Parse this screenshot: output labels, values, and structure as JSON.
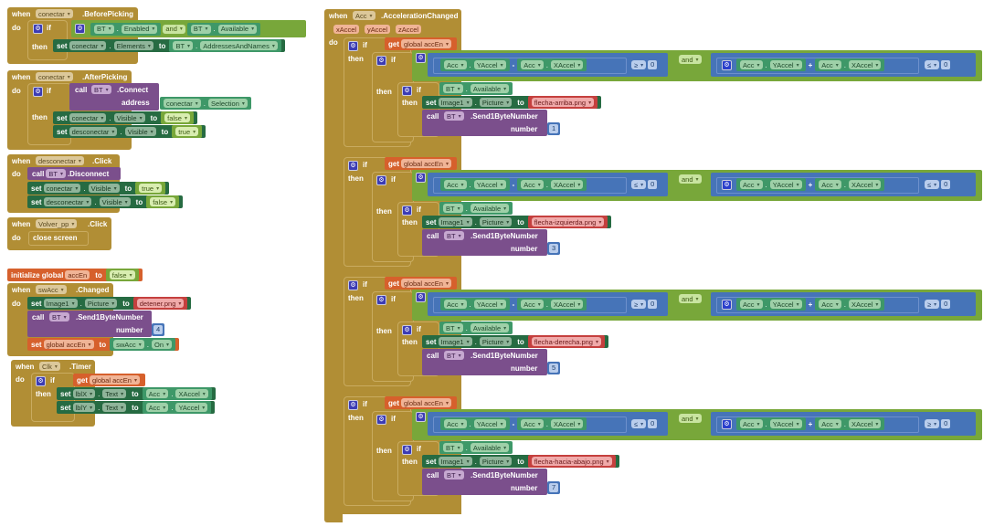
{
  "workspace": {
    "keywords": {
      "when": "when",
      "do": "do",
      "if": "if",
      "then": "then",
      "set": "set",
      "to": "to",
      "call": "call",
      "get": "get",
      "and": "and",
      "number": "number",
      "address": "address",
      "init_global": "initialize global",
      "close_screen": "close screen"
    },
    "icons": {
      "mutator": "gear-icon",
      "dropdown": "dropdown-arrow-icon"
    },
    "colors": {
      "event": "#b18e35",
      "set_prop": "#266b42",
      "component_get": "#3e9868",
      "call": "#7b4f8c",
      "variable": "#d6602c",
      "text": "#c5403e",
      "math": "#4674b8",
      "logic": "#78a73a"
    },
    "blocks": {
      "before_picking": {
        "component": "conectar",
        "event": ".BeforePicking",
        "cond_left": {
          "component": "BT",
          "prop": "Enabled"
        },
        "cond_op": "and",
        "cond_right": {
          "component": "BT",
          "prop": "Available"
        },
        "set": {
          "component": "conectar",
          "prop": "Elements",
          "value_component": "BT",
          "value_prop": "AddressesAndNames"
        }
      },
      "after_picking": {
        "component": "conectar",
        "event": ".AfterPicking",
        "call_component": "BT",
        "method": ".Connect",
        "address_component": "conectar",
        "address_prop": "Selection",
        "set1": {
          "component": "conectar",
          "prop": "Visible",
          "value": "false"
        },
        "set2": {
          "component": "desconectar",
          "prop": "Visible",
          "value": "true"
        }
      },
      "desconectar_click": {
        "component": "desconectar",
        "event": ".Click",
        "call_component": "BT",
        "method": ".Disconnect",
        "set1": {
          "component": "conectar",
          "prop": "Visible",
          "value": "true"
        },
        "set2": {
          "component": "desconectar",
          "prop": "Visible",
          "value": "false"
        }
      },
      "volver_click": {
        "component": "Volver_pp",
        "event": ".Click"
      },
      "init_global": {
        "name": "accEn",
        "value": "false"
      },
      "swacc_changed": {
        "component": "swAcc",
        "event": ".Changed",
        "set": {
          "component": "Image1",
          "prop": "Picture",
          "value": "detener.png"
        },
        "call_component": "BT",
        "method": ".Send1ByteNumber",
        "number": "4",
        "set_global": {
          "var": "global accEn",
          "value_component": "swAcc",
          "value_prop": "On"
        }
      },
      "clk_timer": {
        "component": "Clk",
        "event": ".Timer",
        "cond": "global accEn",
        "set1": {
          "component": "lblX",
          "prop": "Text",
          "value_component": "Acc",
          "value_prop": "XAccel"
        },
        "set2": {
          "component": "lblY",
          "prop": "Text",
          "value_component": "Acc",
          "value_prop": "YAccel"
        }
      },
      "acc_changed": {
        "component": "Acc",
        "event": ".AccelerationChanged",
        "params": [
          "xAccel",
          "yAccel",
          "zAccel"
        ],
        "global_var": "global accEn",
        "branches": [
          {
            "op1": "-",
            "cmp1": "≥",
            "op2": "+",
            "cmp2": "≤",
            "picture": "flecha-arriba.png",
            "number": "1"
          },
          {
            "op1": "-",
            "cmp1": "≤",
            "op2": "+",
            "cmp2": "≤",
            "picture": "flecha-izquierda.png",
            "number": "3"
          },
          {
            "op1": "-",
            "cmp1": "≥",
            "op2": "+",
            "cmp2": "≥",
            "picture": "flecha-derecha.png",
            "number": "5"
          },
          {
            "op1": "-",
            "cmp1": "≤",
            "op2": "+",
            "cmp2": "≥",
            "picture": "flecha-hacia-abajo.png",
            "number": "7"
          }
        ],
        "acc_component": "Acc",
        "y_prop": "YAccel",
        "x_prop": "XAccel",
        "zero": "0",
        "bt_component": "BT",
        "available_prop": "Available",
        "image_component": "Image1",
        "picture_prop": "Picture",
        "send_method": ".Send1ByteNumber"
      }
    }
  }
}
